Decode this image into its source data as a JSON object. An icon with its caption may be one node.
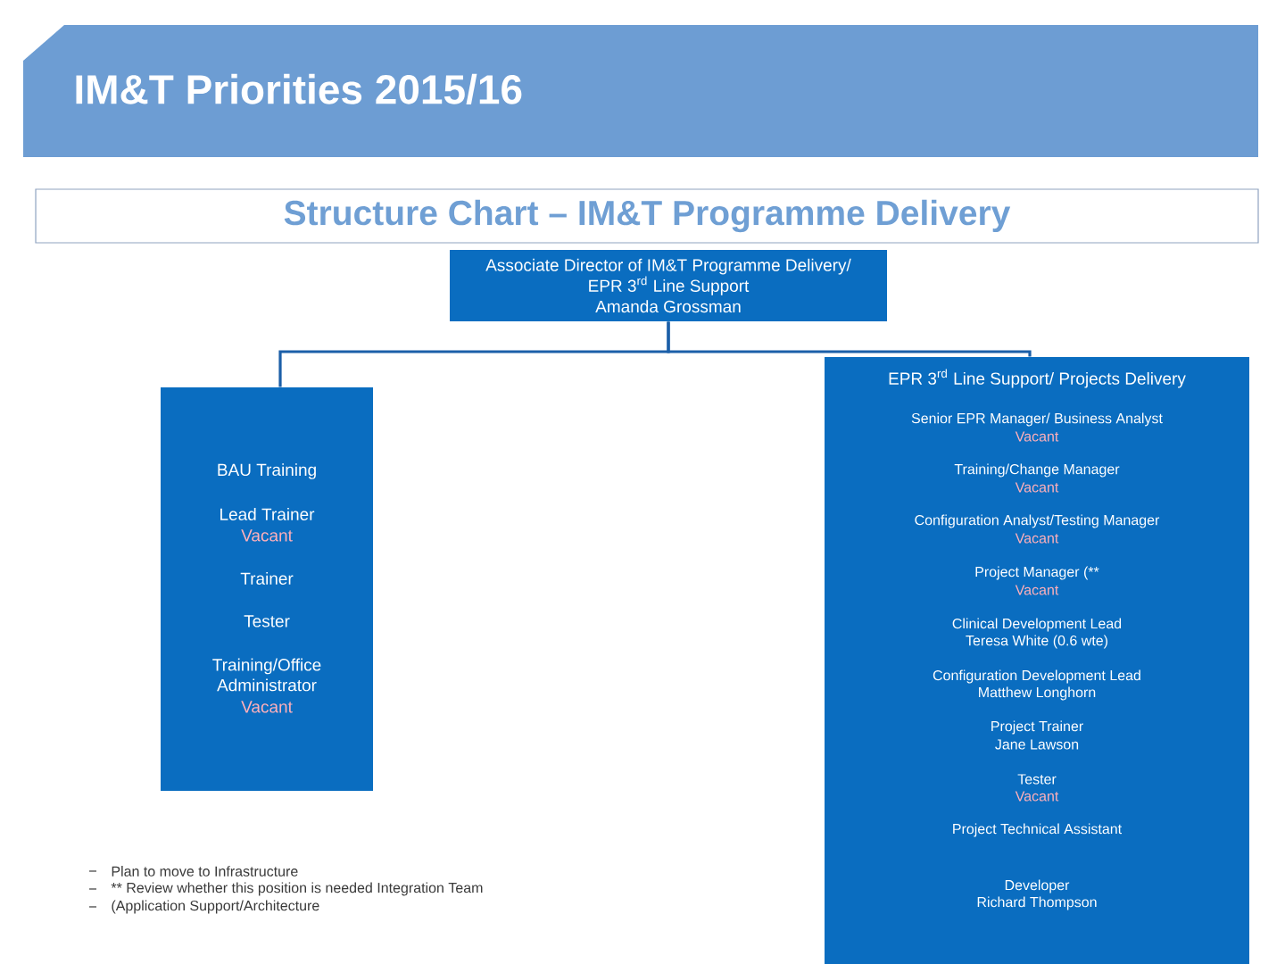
{
  "diagram": {
    "title": "IM&T Priorities 2015/16",
    "nodes": [
      {
        "text": [
          "Structure Chart – IM&T Programme Delivery"
        ]
      },
      {
        "text": [
          "Associate Director of IM&T Programme Delivery/ EPR 3$^{rd}$ Line Support",
          "Amanda Grossman"
        ]
      },
      {
        "text": [
          "BAU Training",
          "Lead Trainer",
          "Vacant",
          "Trainer",
          "Tester",
          "Training/Office Administrator",
          "Vacant"
        ]
      },
      {
        "text": [
          "EPR 3$^{rd}$ Line Support/ Projects Delivery",
          "Senior EPR Manager/ Business Analyst",
          "Vacant",
          "Training/Change Manager",
          "Vacant",
          "Configuration Analyst/Testing Manager",
          "Vacant",
          "Project Manager (**",
          "Vacant",
          "Clinical Development Lead",
          "Teresa White (0.6 wte)",
          "Configuration Development Lead",
          "Matthew Longhorn",
          "Project Trainer",
          "Jane Lawson",
          "Tester",
          "Vacant",
          "Project Technical Assistant",
          "Developer",
          "Richard Thompson"
        ]
      }
    ],
    "edges": [
      {
        "from": 1,
        "to": 2,
        "arrow": "none"
      },
      {
        "from": 1,
        "to": 3,
        "arrow": "none"
      }
    ],
    "labels": [
      "Plan to move to Infrastructure",
      "** Review whether this position is needed Integration Team",
      "(Application Support/Architecture"
    ]
  }
}
